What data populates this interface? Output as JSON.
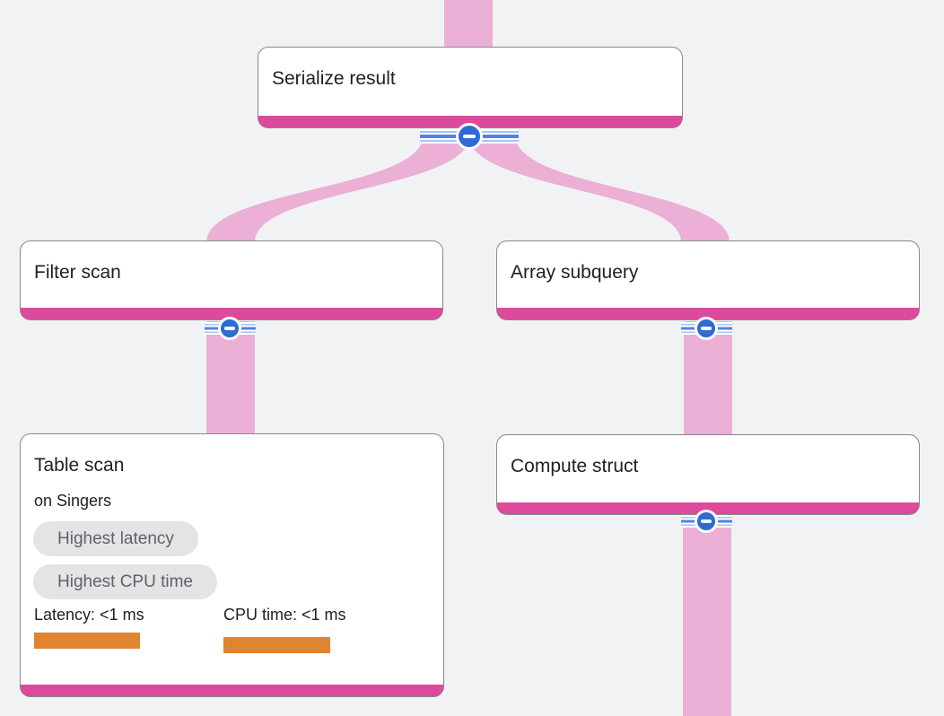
{
  "diagram": {
    "kind": "query-execution-plan",
    "colors": {
      "background": "#f0f2f4",
      "flow_edge_pink": "#ecafd5",
      "node_accent_pink": "#dd4a9c",
      "metric_bar_orange": "#df8430",
      "collapse_button_blue": "#2e6bd4",
      "collapse_stripe_light_blue": "#a6c3f7",
      "badge_background": "#e4e4e6",
      "badge_text": "#5f6368",
      "title_text": "#202124",
      "card_border": "#85898d"
    },
    "nodes": {
      "serialize": {
        "title": "Serialize result"
      },
      "filter": {
        "title": "Filter scan"
      },
      "array": {
        "title": "Array subquery"
      },
      "table": {
        "title": "Table scan",
        "subtitle": "on Singers",
        "badges": [
          "Highest latency",
          "Highest CPU time"
        ],
        "metrics": [
          {
            "label": "Latency: <1 ms"
          },
          {
            "label": "CPU time: <1 ms"
          }
        ]
      },
      "compute": {
        "title": "Compute struct"
      }
    },
    "edges": [
      {
        "from": "offscreen-top",
        "to": "Serialize result"
      },
      {
        "from": "Serialize result",
        "to": "Filter scan"
      },
      {
        "from": "Serialize result",
        "to": "Array subquery"
      },
      {
        "from": "Filter scan",
        "to": "Table scan"
      },
      {
        "from": "Array subquery",
        "to": "Compute struct"
      },
      {
        "from": "Compute struct",
        "to": "offscreen-bottom"
      }
    ],
    "controls": {
      "collapse_icon": "minus"
    }
  }
}
